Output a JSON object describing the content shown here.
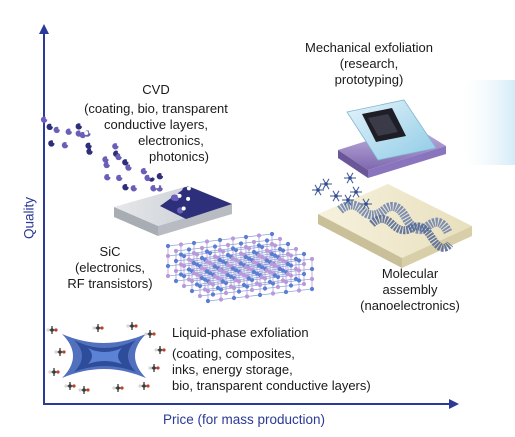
{
  "axes": {
    "y_label": "Quality",
    "x_label": "Price (for mass production)",
    "axis_color": "#2a3a96"
  },
  "methods": {
    "mechanical": {
      "title": "Mechanical exfoliation",
      "details": [
        "(research,",
        "prototyping)"
      ]
    },
    "cvd": {
      "title": "CVD",
      "details": [
        "(coating, bio, transparent",
        "conductive layers,",
        "electronics,",
        "photonics)"
      ]
    },
    "sic": {
      "title": "SiC",
      "details": [
        "(electronics,",
        "RF transistors)"
      ]
    },
    "molecular": {
      "title": "Molecular",
      "details": [
        "assembly",
        "(nanoelectronics)"
      ]
    },
    "liquid": {
      "title": "Liquid-phase exfoliation",
      "details": [
        "(coating, composites,",
        "inks, energy storage,",
        "bio, transparent conductive layers)"
      ]
    }
  },
  "colors": {
    "substrate_grey": "#c9cdd3",
    "graphene_navy": "#2d2f7a",
    "sic_purple": "#b89ad8",
    "sic_blue": "#5a7ed0",
    "mech_purple": "#9a86c6",
    "mech_glass": "#a8d8ec",
    "molecular_cream": "#f1ead0",
    "liquid_blue": "#3e62b8"
  }
}
